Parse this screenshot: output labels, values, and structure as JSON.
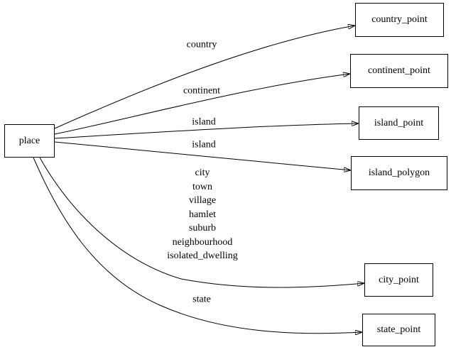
{
  "diagram": {
    "type": "directed-graph",
    "background_color": "#ffffff",
    "node_fill_color": "#ffffff",
    "node_border_color": "#000000",
    "edge_color": "#000000",
    "text_color": "#000000",
    "nodes": [
      {
        "id": "place",
        "label": "place"
      },
      {
        "id": "country_point",
        "label": "country_point"
      },
      {
        "id": "continent_point",
        "label": "continent_point"
      },
      {
        "id": "island_point",
        "label": "island_point"
      },
      {
        "id": "island_polygon",
        "label": "island_polygon"
      },
      {
        "id": "city_point",
        "label": "city_point"
      },
      {
        "id": "state_point",
        "label": "state_point"
      }
    ],
    "edges": [
      {
        "from": "place",
        "to": "country_point",
        "label": "country"
      },
      {
        "from": "place",
        "to": "continent_point",
        "label": "continent"
      },
      {
        "from": "place",
        "to": "island_point",
        "label": "island"
      },
      {
        "from": "place",
        "to": "island_polygon",
        "label": "island"
      },
      {
        "from": "place",
        "to": "city_point",
        "label": "city\ntown\nvillage\nhamlet\nsuburb\nneighbourhood\nisolated_dwelling"
      },
      {
        "from": "place",
        "to": "state_point",
        "label": "state"
      }
    ]
  }
}
